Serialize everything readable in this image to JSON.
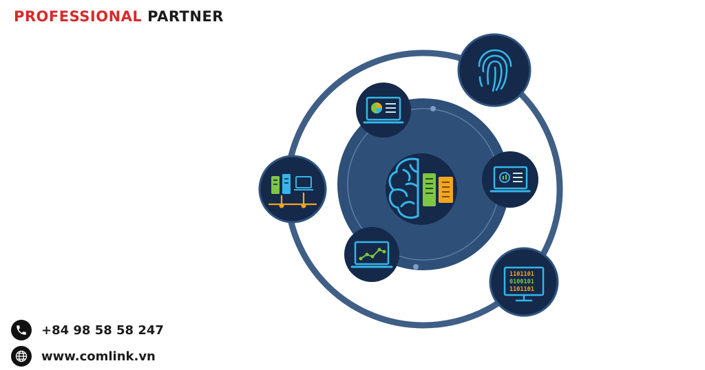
{
  "brand": {
    "highlight": "PROFESSIONAL",
    "rest": "PARTNER"
  },
  "contact": {
    "phone": "+84 98 58 58 247",
    "website": "www.comlink.vn"
  },
  "diagram": {
    "binary_rows": [
      "1101101",
      "0100101",
      "1101101"
    ]
  },
  "colors": {
    "brand_red": "#d62b2b",
    "navy": "#15294a",
    "ring": "#3f5f86",
    "hub": "#2e4f78",
    "cyan": "#35b6e8",
    "green": "#7fc642",
    "orange": "#f4a623"
  }
}
